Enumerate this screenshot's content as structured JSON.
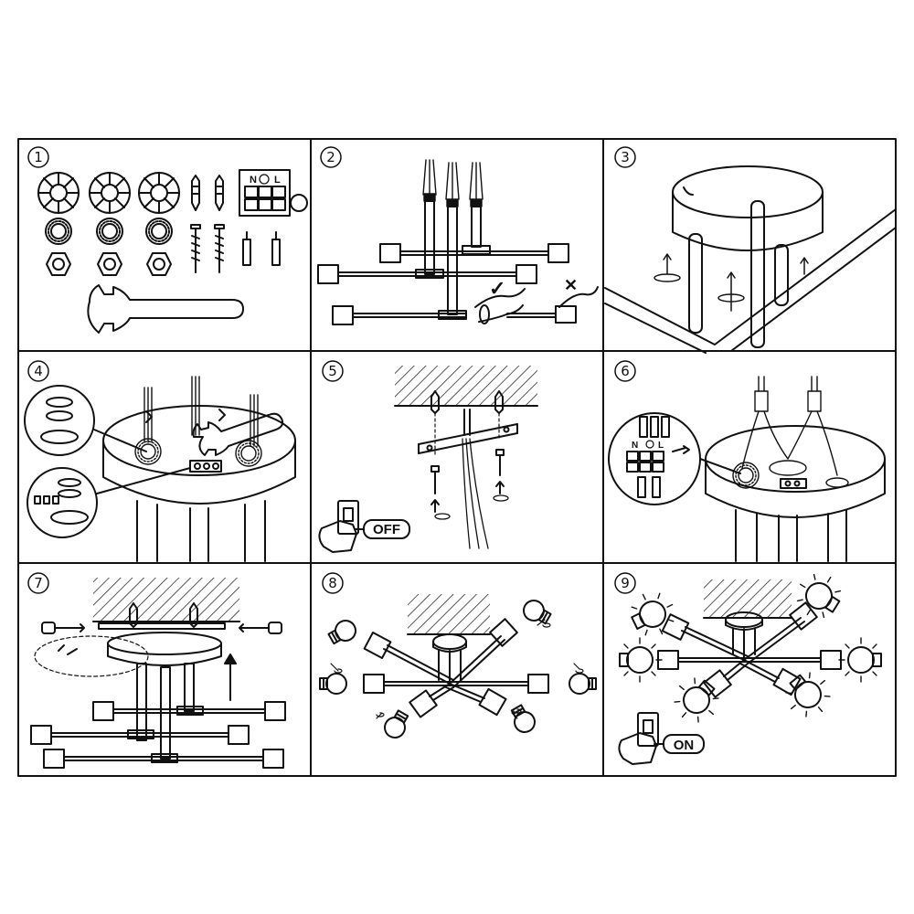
{
  "steps": [
    {
      "number": "1",
      "icon": "parts-kit-icon"
    },
    {
      "number": "2",
      "icon": "arm-assembly-icon"
    },
    {
      "number": "3",
      "icon": "rod-twist-icon"
    },
    {
      "number": "4",
      "icon": "canopy-nut-icon"
    },
    {
      "number": "5",
      "icon": "ceiling-bracket-icon"
    },
    {
      "number": "6",
      "icon": "wiring-terminal-icon"
    },
    {
      "number": "7",
      "icon": "mount-canopy-icon"
    },
    {
      "number": "8",
      "icon": "install-bulbs-icon"
    },
    {
      "number": "9",
      "icon": "light-on-icon"
    }
  ],
  "terminal": {
    "neutral": "N",
    "live": "L"
  },
  "switch_off_label": "OFF",
  "switch_on_label": "ON",
  "check_mark": "✓",
  "cross_mark": "✕",
  "colors": {
    "line": "#111111",
    "background": "#ffffff"
  }
}
